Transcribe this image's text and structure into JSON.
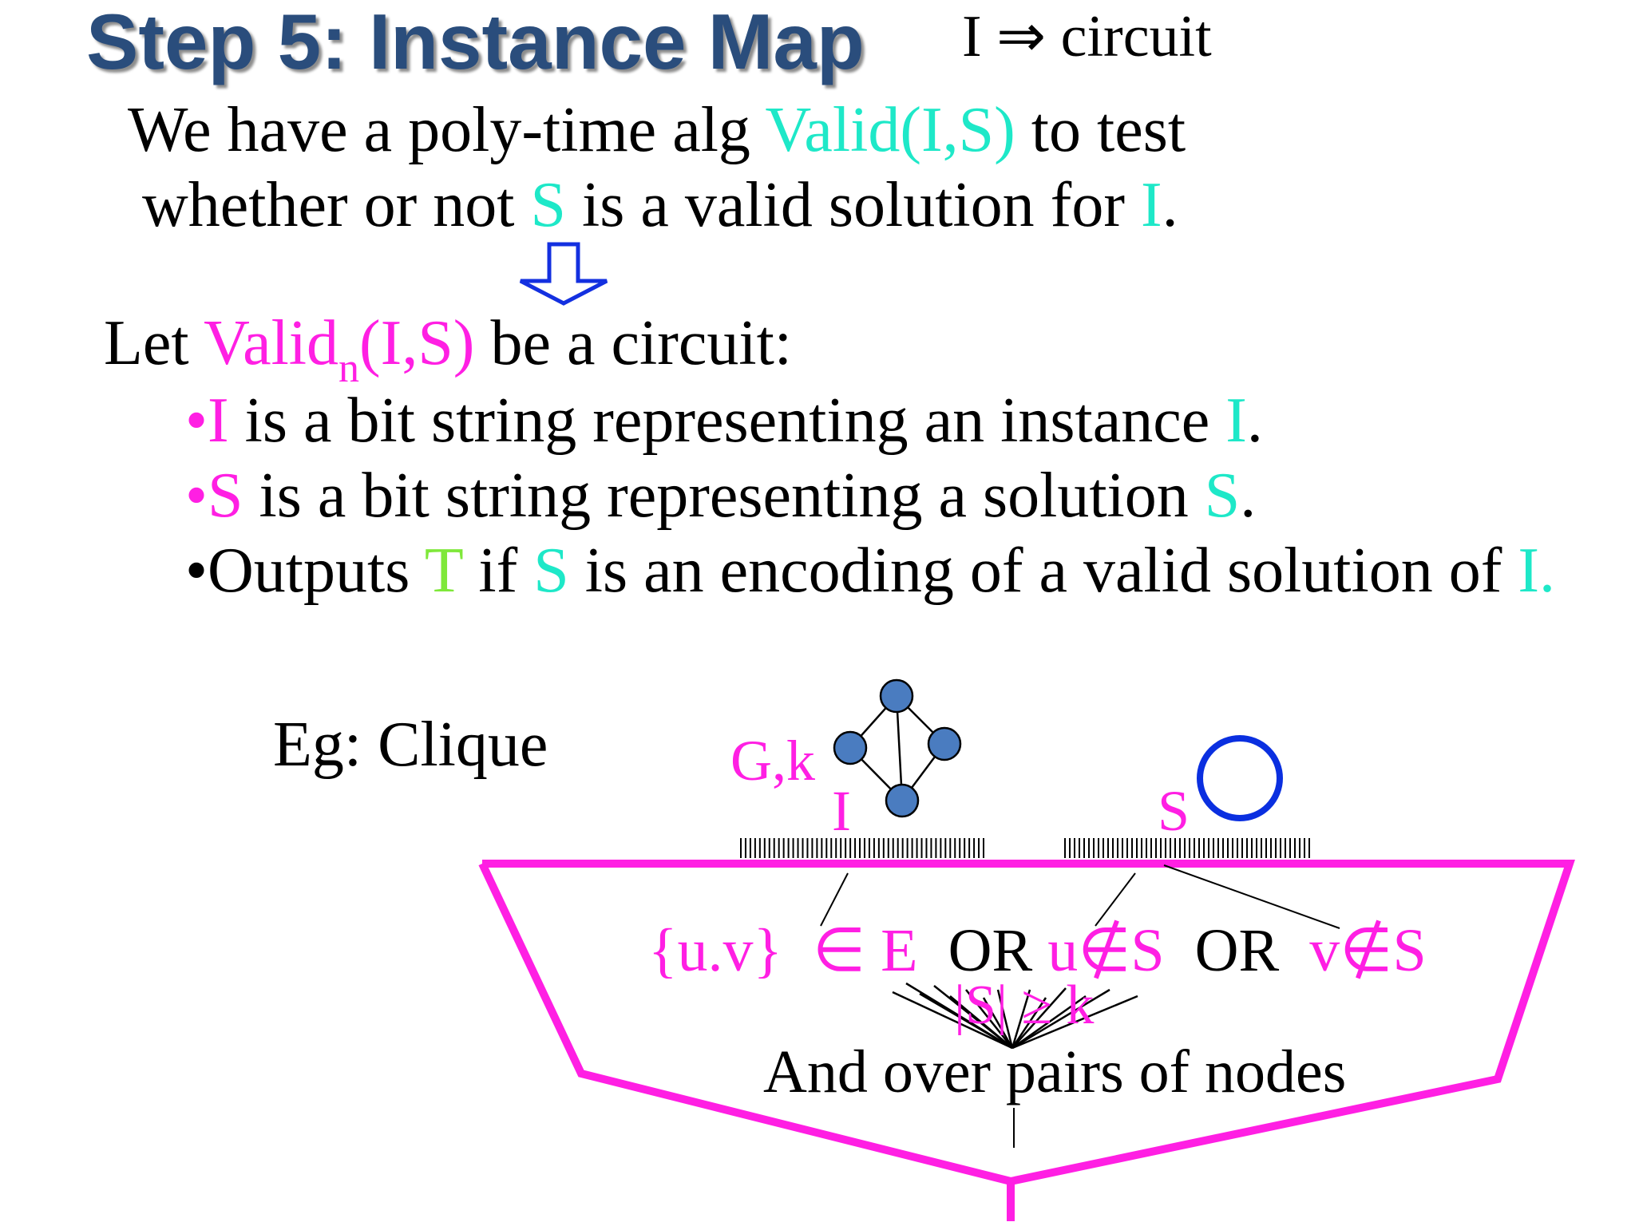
{
  "slide": {
    "title": "Step 5: Instance Map",
    "mapping_note": "I ⇒ circuit",
    "line1": {
      "a": "We have a poly-time alg ",
      "valid": "Valid(I,S)",
      "b": " to test"
    },
    "line2": {
      "a": "whether or not ",
      "s": "S",
      "b": " is a valid solution for ",
      "i": "I",
      "end": "."
    },
    "let_line": {
      "a": "Let ",
      "valid": "Valid",
      "sub": "n",
      "args": "(I,S)",
      "b": " be a circuit:"
    },
    "bullets": [
      {
        "bullet": "•",
        "var": "I",
        "text": " is a bit string representing an instance ",
        "ref": "I",
        "end": "."
      },
      {
        "bullet": "•",
        "var": "S",
        "text": " is a bit string representing a solution ",
        "ref": "S",
        "end": "."
      },
      {
        "bullet": "•Outputs ",
        "t": "T",
        "text1": " if  ",
        "s": "S",
        "text2": " is an encoding of a valid solution of ",
        "i": "I."
      }
    ]
  },
  "example": {
    "label": "Eg: Clique",
    "gk": "G,k",
    "input_i": "I",
    "input_s": "S",
    "clause": {
      "uv": "{u.v}",
      "inE": "∈ E",
      "or1": "OR",
      "u_not": "u∉S",
      "or2": "OR",
      "v_not": "v∉S"
    },
    "size_check": "|S| ≥ k",
    "and_label": "And over pairs of nodes"
  },
  "colors": {
    "title": "#2a4d7c",
    "cyan": "#1ee8c8",
    "magenta": "#ff1fe3",
    "green": "#7fe83a",
    "node_fill": "#4a7cc0",
    "arrow": "#1330e0",
    "circle": "#0a2fe0"
  }
}
